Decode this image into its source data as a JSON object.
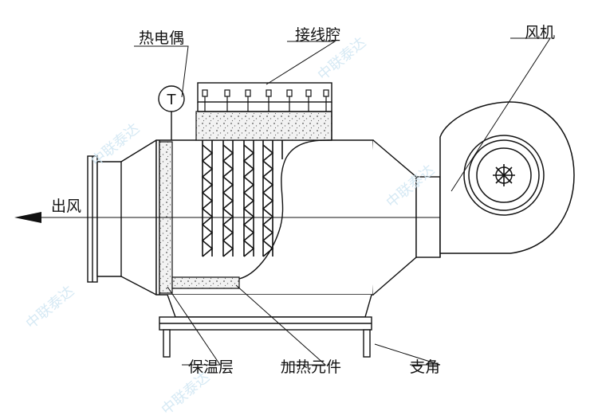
{
  "labels": {
    "thermocouple": "热电偶",
    "junction_box": "接线腔",
    "fan": "风机",
    "air_outlet": "出风",
    "insulation": "保温层",
    "heating_element": "加热元件",
    "support": "支角",
    "thermocouple_symbol": "T"
  },
  "watermark": "中联泰达",
  "colors": {
    "line": "#111111",
    "insulation_fill": "#efefef",
    "watermark": "#cfe6f3"
  }
}
